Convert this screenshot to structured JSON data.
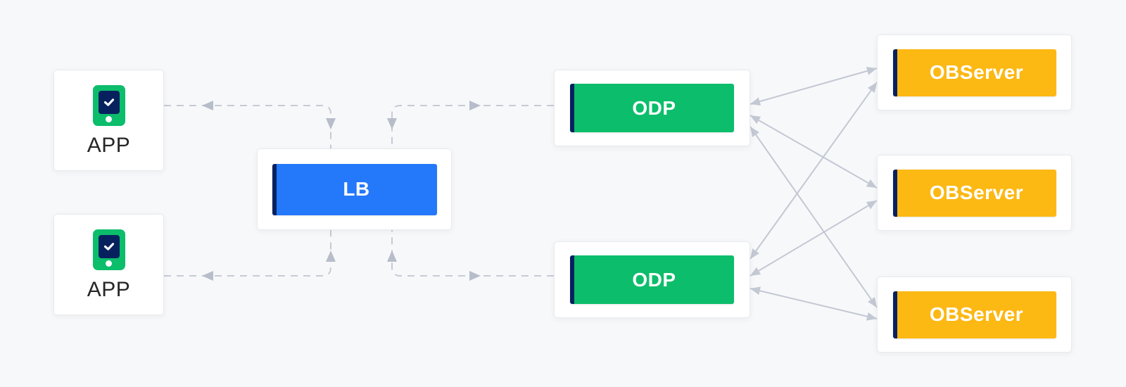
{
  "colors": {
    "background": "#f7f8fa",
    "card_bg": "#ffffff",
    "card_border": "#e8eaee",
    "blue": "#2478fa",
    "green": "#0cbd6b",
    "yellow": "#fcb813",
    "navy": "#07215f",
    "dash_gray": "#c6cad4",
    "arrow_gray": "#c3c8d3",
    "arrowhead_gray": "#b7bdc9",
    "app_text": "#262626",
    "bar_text": "#ffffff"
  },
  "nodes": {
    "app_top": {
      "label": "APP",
      "icon": "tablet-check-icon"
    },
    "app_bottom": {
      "label": "APP",
      "icon": "tablet-check-icon"
    },
    "lb": {
      "label": "LB"
    },
    "odp_top": {
      "label": "ODP"
    },
    "odp_bottom": {
      "label": "ODP"
    },
    "observer_top": {
      "label": "OBServer"
    },
    "observer_middle": {
      "label": "OBServer"
    },
    "observer_bottom": {
      "label": "OBServer"
    }
  },
  "edges": [
    {
      "from": "app_top",
      "to": "lb",
      "style": "dashed",
      "arrows": "both"
    },
    {
      "from": "lb",
      "to": "odp_top",
      "style": "dashed",
      "arrows": "both"
    },
    {
      "from": "app_bottom",
      "to": "lb",
      "style": "dashed",
      "arrows": "both"
    },
    {
      "from": "lb",
      "to": "odp_bottom",
      "style": "dashed",
      "arrows": "both"
    },
    {
      "from": "odp_top",
      "to": "observer_top",
      "style": "solid",
      "arrows": "both"
    },
    {
      "from": "odp_top",
      "to": "observer_middle",
      "style": "solid",
      "arrows": "both"
    },
    {
      "from": "odp_top",
      "to": "observer_bottom",
      "style": "solid",
      "arrows": "both"
    },
    {
      "from": "odp_bottom",
      "to": "observer_top",
      "style": "solid",
      "arrows": "both"
    },
    {
      "from": "odp_bottom",
      "to": "observer_middle",
      "style": "solid",
      "arrows": "both"
    },
    {
      "from": "odp_bottom",
      "to": "observer_bottom",
      "style": "solid",
      "arrows": "both"
    }
  ]
}
